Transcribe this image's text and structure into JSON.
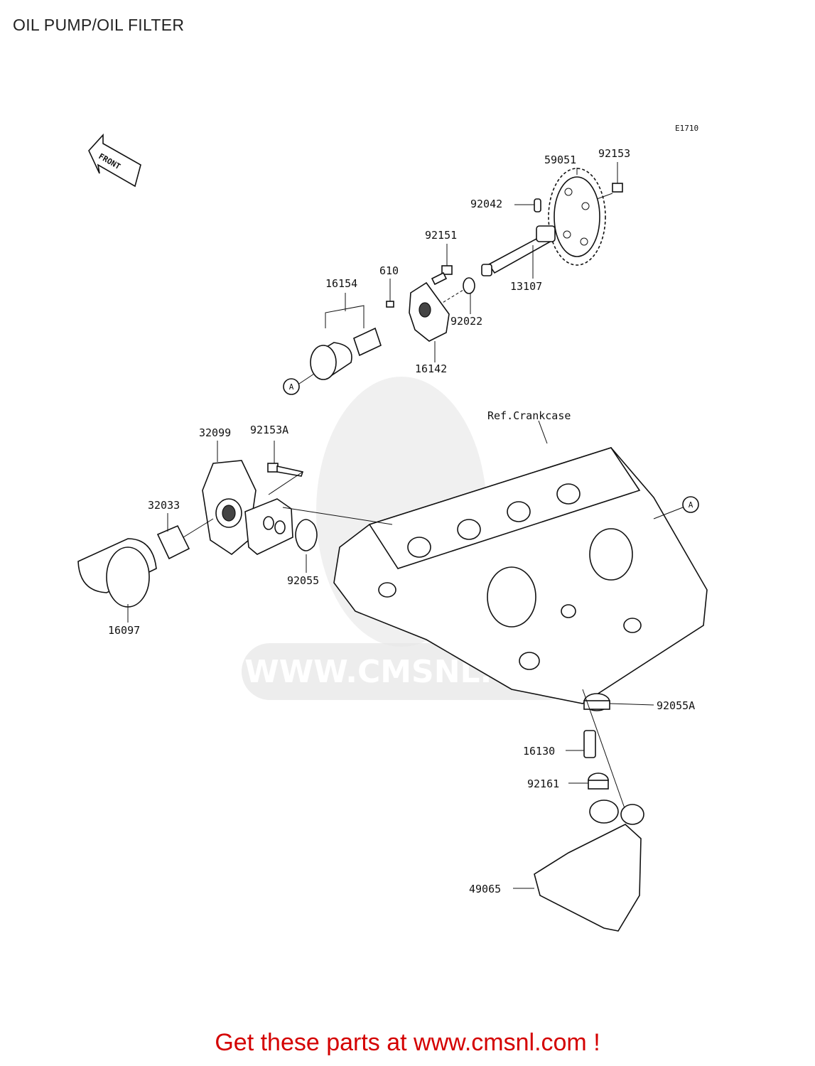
{
  "title": "OIL PUMP/OIL FILTER",
  "diagram_code": "E1710",
  "front_label": "FRONT",
  "ref_label": "Ref.Crankcase",
  "ref_markers": [
    "A",
    "A"
  ],
  "watermark": "WWW.CMSNL.COM",
  "parts": {
    "p59051": "59051",
    "p92153": "92153",
    "p92042": "92042",
    "p92151": "92151",
    "p610": "610",
    "p13107": "13107",
    "p16154": "16154",
    "p92022": "92022",
    "p16142": "16142",
    "p32099": "32099",
    "p92153A": "92153A",
    "p32033": "32033",
    "p92055": "92055",
    "p16097": "16097",
    "p92055A": "92055A",
    "p16130": "16130",
    "p92161": "92161",
    "p49065": "49065"
  },
  "promo": "Get these parts at www.cmsnl.com !",
  "colors": {
    "promo": "#d40000",
    "line": "#111111",
    "watermark": "#e6e6e6"
  }
}
